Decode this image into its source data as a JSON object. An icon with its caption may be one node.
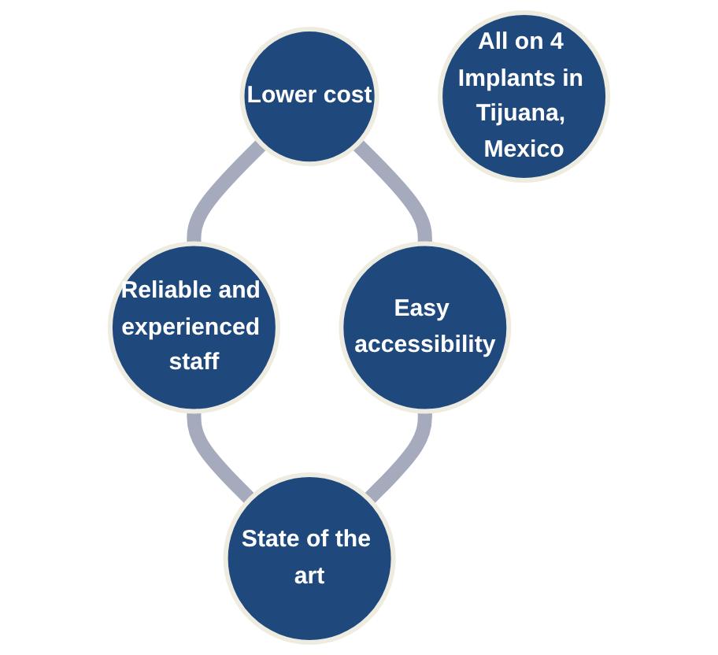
{
  "diagram": {
    "nodes": [
      {
        "text": [
          "Lower cost"
        ]
      },
      {
        "text": [
          "Easy accessibility"
        ]
      },
      {
        "text": [
          "All on 4 Implants in Tijuana, Mexico"
        ]
      },
      {
        "text": [
          "Reliable and experienced staff"
        ]
      },
      {
        "text": [
          "State of the art"
        ]
      }
    ],
    "edges": [
      {
        "from": 0,
        "to": 1,
        "arrow": "none"
      },
      {
        "from": 0,
        "to": 3,
        "arrow": "none"
      },
      {
        "from": 3,
        "to": 4,
        "arrow": "none"
      },
      {
        "from": 1,
        "to": 4,
        "arrow": "none"
      }
    ]
  }
}
